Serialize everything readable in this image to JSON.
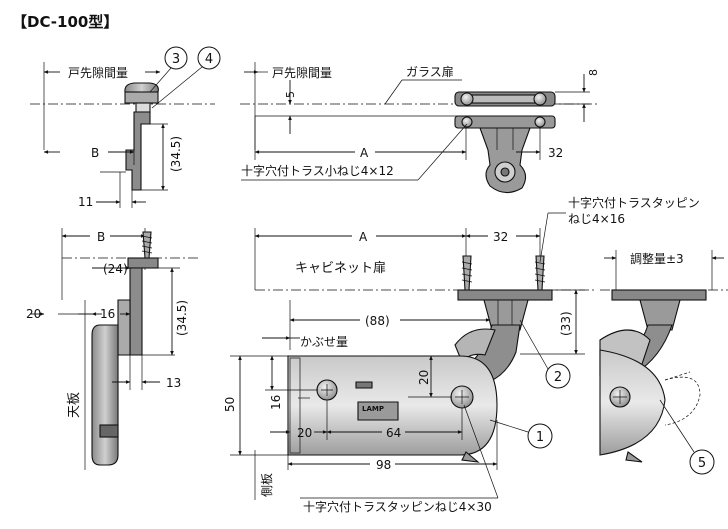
{
  "title": "【DC-100型】",
  "labels": {
    "door_gap_1": "戸先隙間量",
    "door_gap_2": "戸先隙間量",
    "glass_door": "ガラス扉",
    "cabinet_door": "キャビネット扉",
    "cover": "かぶせ量",
    "top_panel": "天板",
    "side_panel": "側板",
    "adjust": "調整量±3",
    "screw_small": "十字穴付トラス小ねじ4×12",
    "screw_tap16_line1": "十字穴付トラスタッピン",
    "screw_tap16_line2": "ねじ4×16",
    "screw_tap30": "十字穴付トラスタッピンねじ4×30",
    "lamp_brand": "LAMP"
  },
  "dimensions": {
    "B_top": "B",
    "d345_top": "(34.5)",
    "d11": "11",
    "d5": "5",
    "A_top": "A",
    "d32_top": "32",
    "d8": "8",
    "B_left": "B",
    "d24": "(24)",
    "d20_left": "20",
    "d16_left": "16",
    "d345_left": "(34.5)",
    "d13": "13",
    "A_main": "A",
    "d32_main": "32",
    "d88": "(88)",
    "d33": "(33)",
    "d50": "50",
    "d16_v": "16",
    "d20_v": "20",
    "d20_h": "20",
    "d64": "64",
    "d98": "98"
  },
  "callouts": [
    "3",
    "4",
    "2",
    "1",
    "5"
  ]
}
